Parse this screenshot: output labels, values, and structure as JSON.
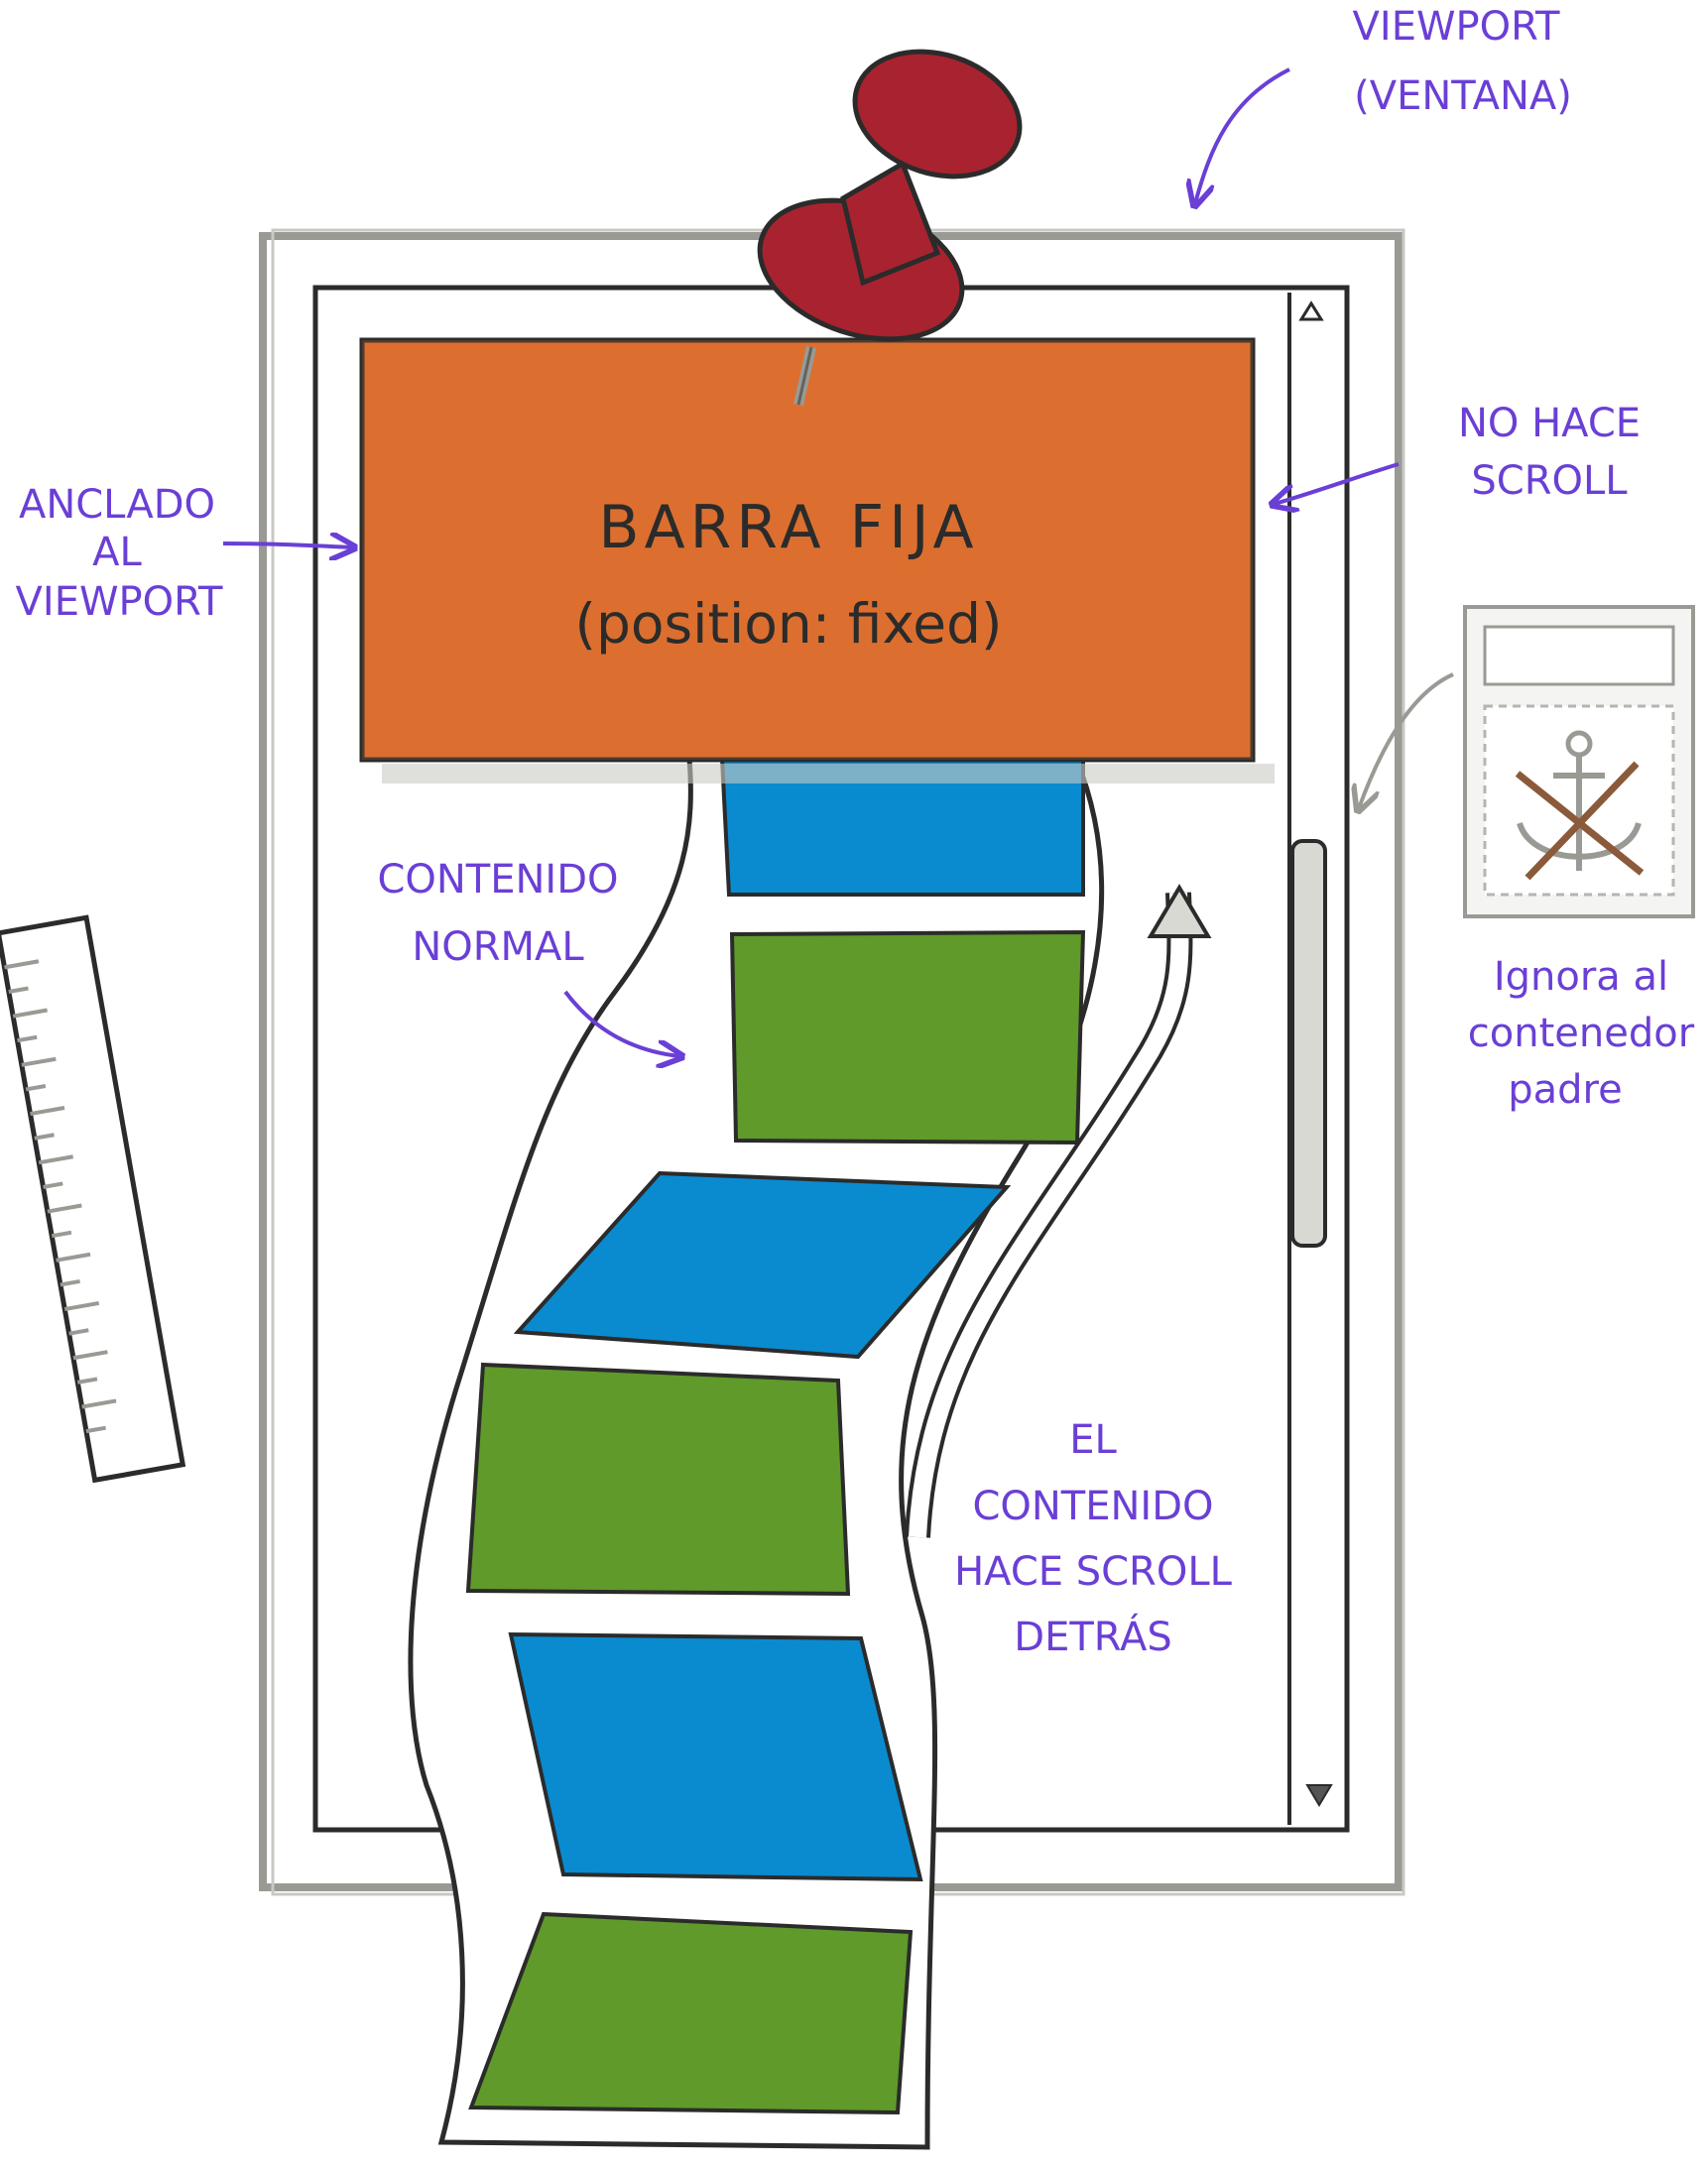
{
  "labels": {
    "viewport_line1": "VIEWPORT",
    "viewport_line2": "(VENTANA)",
    "anclado_line1": "ANCLADO",
    "anclado_line2": "AL",
    "anclado_line3": "VIEWPORT",
    "no_hace_line1": "NO HACE",
    "no_hace_line2": "SCROLL",
    "contenido_line1": "CONTENIDO",
    "contenido_line2": "NORMAL",
    "ignora_line1": "Ignora al",
    "ignora_line2": "contenedor",
    "ignora_line3": "padre",
    "scroll_line1": "EL",
    "scroll_line2": "CONTENIDO",
    "scroll_line3": "HACE SCROLL",
    "scroll_line4": "DETRÁS"
  },
  "fixed_bar": {
    "title": "BARRA FIJA",
    "subtitle": "(position: fixed)"
  },
  "icons": [
    "push-pin-icon",
    "crossed-anchor-icon",
    "ruler-icon",
    "scroll-up-arrow-icon",
    "scroll-down-arrow-icon"
  ],
  "colors": {
    "annotation": "#6a3fd6",
    "bar": "#d9692a",
    "pin": "#a8232f",
    "block_blue": "#0a8bd0",
    "block_green": "#5f9a2a",
    "outline": "#2b2b2b",
    "frame": "#9a9a95",
    "anchor_cross": "#8a5a3a"
  }
}
